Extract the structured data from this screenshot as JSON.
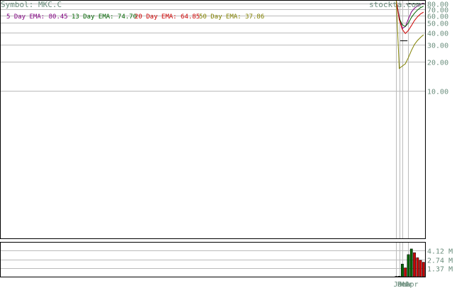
{
  "header": {
    "symbol_label": "Symbol: MKC.C",
    "site": "stockta.com"
  },
  "colors": {
    "ema5": "#800080",
    "ema13": "#006400",
    "ema20": "#cc0000",
    "ema50": "#808000",
    "volume_up": "#006400",
    "volume_down": "#cc0000",
    "axis_text": "#6b8e7d",
    "grid": "#bbbbbb"
  },
  "chart_data": [
    {
      "type": "line",
      "legend": [
        {
          "key": "ema5",
          "text": "5 Day EMA: 80.45"
        },
        {
          "key": "ema13",
          "text": "13 Day EMA: 74.70"
        },
        {
          "key": "ema20",
          "text": "20 Day EMA: 64.85"
        },
        {
          "key": "ema50",
          "text": "50 Day EMA: 37.86"
        }
      ],
      "y_scale": "log",
      "y_ticks": [
        {
          "value": 80,
          "label": "80.00"
        },
        {
          "value": 70,
          "label": "70.00"
        },
        {
          "value": 60,
          "label": "60.00"
        },
        {
          "value": 50,
          "label": "50.00"
        },
        {
          "value": 40,
          "label": "40.00"
        },
        {
          "value": 30,
          "label": "30.00"
        },
        {
          "value": 20,
          "label": "20.00"
        },
        {
          "value": 10,
          "label": "10.00"
        }
      ],
      "ylim": [
        0.3,
        85
      ],
      "n_days": 140,
      "x_tick_days": [
        130,
        131,
        132,
        134
      ],
      "x_tick_labels": [
        "Jan",
        "Feb",
        "Mar",
        "Apr"
      ],
      "series": [
        {
          "key": "ema5",
          "x": [
            130,
            131,
            132,
            133,
            134,
            135,
            136,
            137,
            138,
            139
          ],
          "values": [
            85,
            58,
            44,
            46,
            55,
            65,
            71,
            75,
            78,
            80.45
          ]
        },
        {
          "key": "ema13",
          "x": [
            130,
            131,
            132,
            133,
            134,
            135,
            136,
            137,
            138,
            139
          ],
          "values": [
            85,
            56,
            48,
            46,
            50,
            57,
            63,
            68,
            72,
            74.7
          ]
        },
        {
          "key": "ema20",
          "x": [
            130,
            131,
            132,
            133,
            134,
            135,
            136,
            137,
            138,
            139
          ],
          "values": [
            85,
            54,
            43,
            39,
            42,
            47,
            53,
            58,
            62,
            64.85
          ]
        },
        {
          "key": "ema50",
          "x": [
            130,
            131,
            132,
            133,
            134,
            135,
            136,
            137,
            138,
            139
          ],
          "values": [
            85,
            17,
            18,
            19,
            22,
            26,
            30,
            33,
            35.5,
            37.86
          ]
        }
      ],
      "price_bars": [
        {
          "x": 132,
          "value": 33
        },
        {
          "x": 133,
          "value": 33
        },
        {
          "x": 134,
          "value": 80
        },
        {
          "x": 135,
          "value": 79
        },
        {
          "x": 136,
          "value": 80
        },
        {
          "x": 137,
          "value": 80
        },
        {
          "x": 138,
          "value": 79
        },
        {
          "x": 139,
          "value": 80
        }
      ]
    },
    {
      "type": "bar",
      "y_ticks": [
        {
          "value": 4.12,
          "label": "4.12 M"
        },
        {
          "value": 2.74,
          "label": "2.74 M"
        },
        {
          "value": 1.37,
          "label": "1.37 M"
        }
      ],
      "ylim": [
        0,
        5.4
      ],
      "bars": [
        {
          "x": 130,
          "value": 0.05,
          "dir": "up"
        },
        {
          "x": 131,
          "value": 0.08,
          "dir": "up"
        },
        {
          "x": 132,
          "value": 2.0,
          "dir": "up"
        },
        {
          "x": 133,
          "value": 1.4,
          "dir": "down"
        },
        {
          "x": 134,
          "value": 3.5,
          "dir": "up"
        },
        {
          "x": 135,
          "value": 4.4,
          "dir": "up"
        },
        {
          "x": 136,
          "value": 3.8,
          "dir": "down"
        },
        {
          "x": 137,
          "value": 3.0,
          "dir": "down"
        },
        {
          "x": 138,
          "value": 2.6,
          "dir": "down"
        },
        {
          "x": 139,
          "value": 2.3,
          "dir": "down"
        }
      ]
    }
  ]
}
